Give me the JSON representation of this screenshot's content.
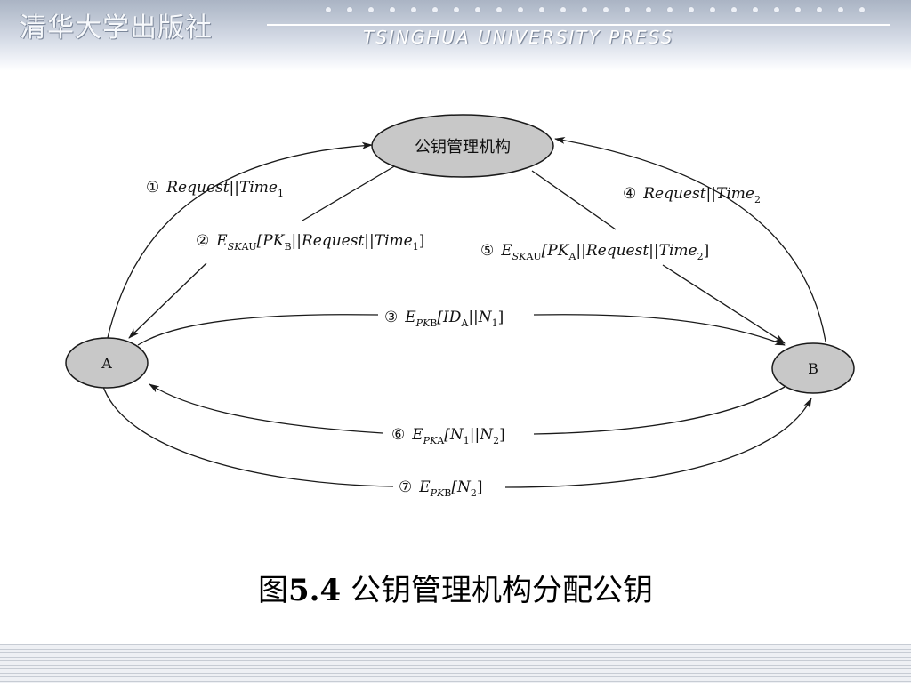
{
  "header": {
    "publisher_cn": "清华大学出版社",
    "publisher_en": "TSINGHUA UNIVERSITY PRESS"
  },
  "diagram": {
    "nodes": {
      "authority": "公钥管理机构",
      "a": "A",
      "b": "B"
    },
    "edges": [
      {
        "num": "①",
        "base": "Request||Time",
        "sub": "1"
      },
      {
        "num": "②",
        "e": "E",
        "key": "SK",
        "key_sub": "AU",
        "open": "[PK",
        "open_sub": "B",
        "rest": "||Request||Time",
        "rest_sub": "1",
        "close": "]"
      },
      {
        "num": "③",
        "e": "E",
        "key": "PK",
        "key_sub": "B",
        "open": "[ID",
        "open_sub": "A",
        "rest": "||N",
        "rest_sub": "1",
        "close": "]"
      },
      {
        "num": "④",
        "base": "Request||Time",
        "sub": "2"
      },
      {
        "num": "⑤",
        "e": "E",
        "key": "SK",
        "key_sub": "AU",
        "open": "[PK",
        "open_sub": "A",
        "rest": "||Request||Time",
        "rest_sub": "2",
        "close": "]"
      },
      {
        "num": "⑥",
        "e": "E",
        "key": "PK",
        "key_sub": "A",
        "open": "[N",
        "open_sub": "1",
        "rest": "||N",
        "rest_sub": "2",
        "close": "]"
      },
      {
        "num": "⑦",
        "e": "E",
        "key": "PK",
        "key_sub": "B",
        "open": "[N",
        "open_sub": "2",
        "rest": "",
        "rest_sub": "",
        "close": "]"
      }
    ],
    "colors": {
      "node_fill": "#c8c8c8",
      "stroke": "#1a1a1a"
    }
  },
  "caption": {
    "prefix": "图",
    "number": "5.4",
    "text": " 公钥管理机构分配公钥"
  }
}
